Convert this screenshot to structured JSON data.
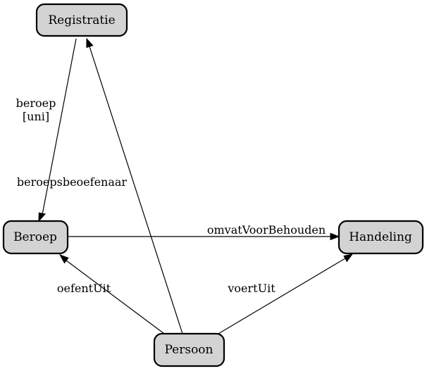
{
  "nodes": {
    "registratie": "Registratie",
    "beroep": "Beroep",
    "handeling": "Handeling",
    "persoon": "Persoon"
  },
  "edges": {
    "registratie_beroep": {
      "tail_label_line1": "beroep",
      "tail_label_line2": "[uni]",
      "head_label": "beroepsbeoefenaar"
    },
    "beroep_handeling": {
      "label": "omvatVoorBehouden"
    },
    "persoon_beroep": {
      "label": "oefentUit"
    },
    "persoon_handeling": {
      "label": "voertUit"
    }
  },
  "colors": {
    "node_fill": "#d3d3d3",
    "stroke": "#000000",
    "background": "#ffffff"
  }
}
